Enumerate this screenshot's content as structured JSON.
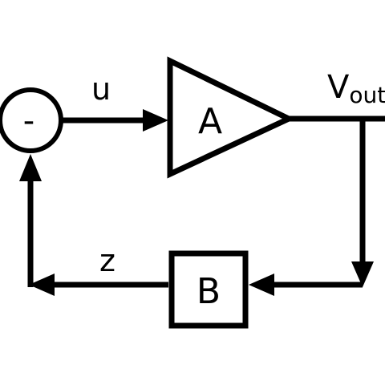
{
  "colors": {
    "background": "#ffffff",
    "stroke": "#000000"
  },
  "summing_junction": {
    "sign": "-"
  },
  "amplifier": {
    "label": "A"
  },
  "feedback_block": {
    "label": "B"
  },
  "signals": {
    "input": "u",
    "output": "V",
    "output_subscript": "out",
    "feedback": "z"
  }
}
